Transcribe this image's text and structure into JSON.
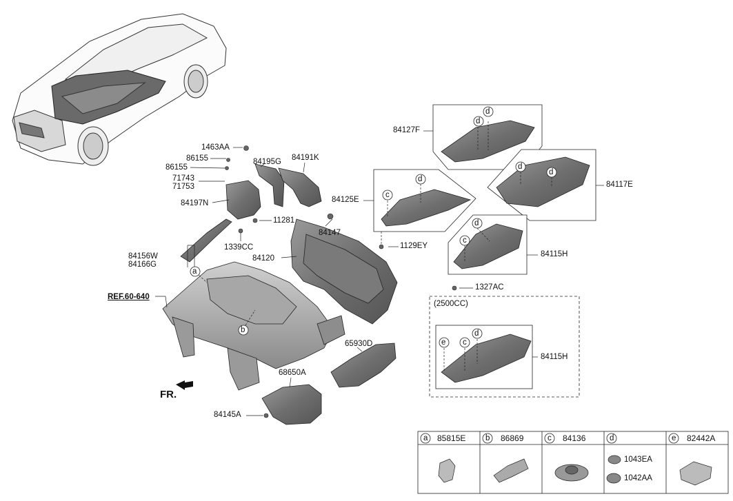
{
  "labels": {
    "p1463AA": "1463AA",
    "p86155a": "86155",
    "p86155b": "86155",
    "p71743": "71743",
    "p71753": "71753",
    "p84195G": "84195G",
    "p84191K": "84191K",
    "p84197N": "84197N",
    "p11281": "11281",
    "p1339CC": "1339CC",
    "p84147": "84147",
    "p84156W": "84156W",
    "p84166G": "84166G",
    "p84120": "84120",
    "ref": "REF.60-640",
    "p65930D": "65930D",
    "p68650A": "68650A",
    "p84145A": "84145A",
    "fr": "FR.",
    "p84127F": "84127F",
    "p84117E": "84117E",
    "p84125E": "84125E",
    "p1129EY": "1129EY",
    "p84115H_a": "84115H",
    "p1327AC": "1327AC",
    "variant": "(2500CC)",
    "p84115H_b": "84115H"
  },
  "callouts": {
    "a": "a",
    "b": "b",
    "c": "c",
    "d": "d",
    "e": "e"
  },
  "legend": [
    {
      "letter": "a",
      "code": "85815E"
    },
    {
      "letter": "b",
      "code": "86869"
    },
    {
      "letter": "c",
      "code": "84136"
    },
    {
      "letter": "d",
      "code": "",
      "subcodes": [
        "1043EA",
        "1042AA"
      ]
    },
    {
      "letter": "e",
      "code": "82442A"
    }
  ]
}
